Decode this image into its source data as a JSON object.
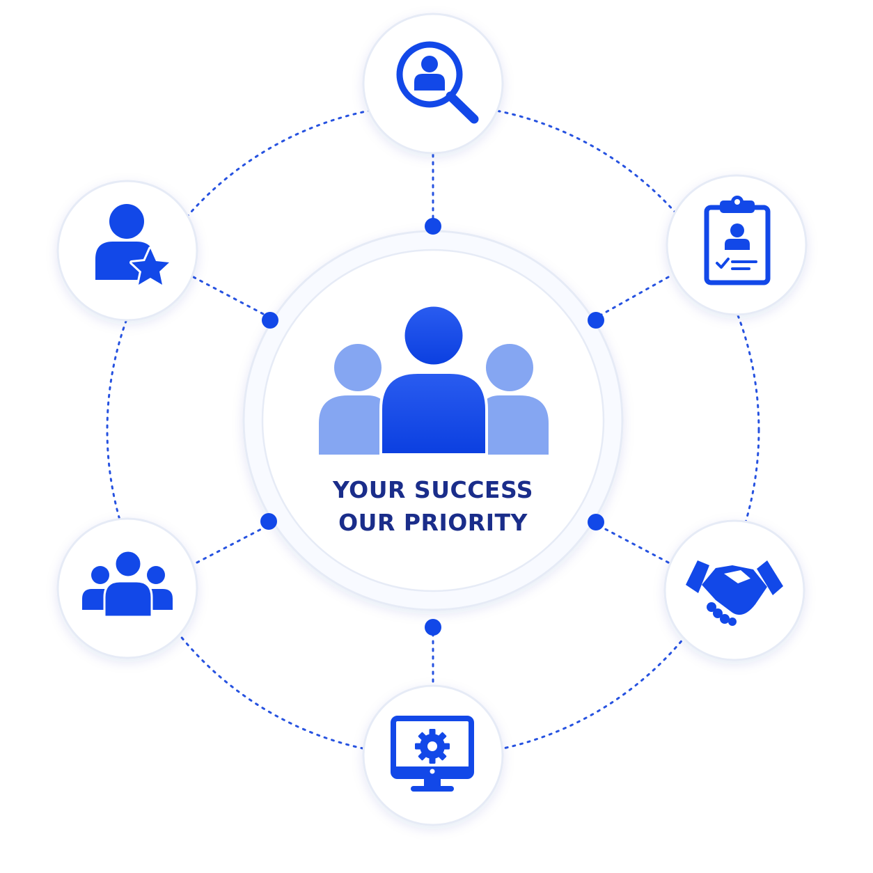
{
  "center": {
    "line1": "YOUR SUCCESS",
    "line2": "OUR PRIORITY",
    "icon": "team-group-icon"
  },
  "nodes": [
    {
      "position": "top",
      "icon": "candidate-search-icon"
    },
    {
      "position": "upper-right",
      "icon": "clipboard-profile-icon"
    },
    {
      "position": "lower-right",
      "icon": "handshake-icon"
    },
    {
      "position": "bottom",
      "icon": "monitor-gear-icon"
    },
    {
      "position": "lower-left",
      "icon": "people-group-icon"
    },
    {
      "position": "upper-left",
      "icon": "user-star-icon"
    }
  ],
  "colors": {
    "primary": "#1248e8",
    "secondary": "#85a6f2",
    "text": "#1a2d8a",
    "connector": "#2652e0",
    "node_border": "#e6ebf6"
  }
}
